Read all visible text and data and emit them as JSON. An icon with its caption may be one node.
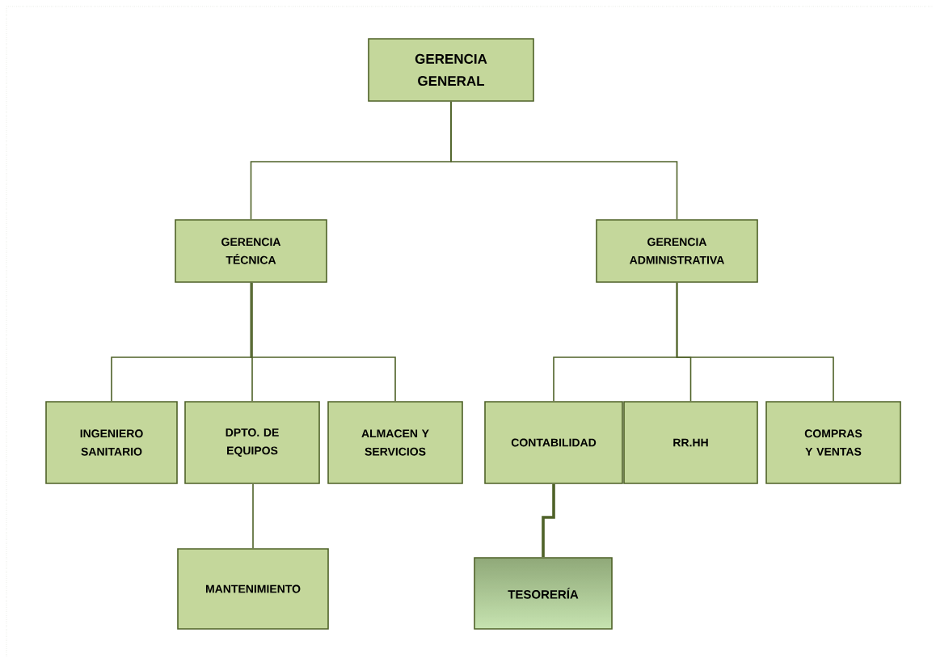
{
  "diagram": {
    "nodes": [
      {
        "text": [
          "GERENCIA GENERAL"
        ]
      },
      {
        "text": [
          "GERENCIA TÉCNICA"
        ]
      },
      {
        "text": [
          "GERENCIA ADMINISTRATIVA"
        ]
      },
      {
        "text": [
          "INGENIERO SANITARIO"
        ]
      },
      {
        "text": [
          "DPTO. DE EQUIPOS"
        ]
      },
      {
        "text": [
          "ALMACEN Y SERVICIOS"
        ]
      },
      {
        "text": [
          "CONTABILIDAD"
        ]
      },
      {
        "text": [
          "RR.HH"
        ]
      },
      {
        "text": [
          "COMPRAS Y VENTAS"
        ]
      },
      {
        "text": [
          "MANTENIMIENTO"
        ]
      },
      {
        "text": [
          "TESORERÍA"
        ]
      }
    ],
    "edges": [
      {
        "from": 0,
        "to": 1,
        "arrow": "none"
      },
      {
        "from": 0,
        "to": 2,
        "arrow": "none"
      },
      {
        "from": 1,
        "to": 3,
        "arrow": "none"
      },
      {
        "from": 1,
        "to": 4,
        "arrow": "none"
      },
      {
        "from": 1,
        "to": 5,
        "arrow": "none"
      },
      {
        "from": 4,
        "to": 9,
        "arrow": "none"
      },
      {
        "from": 2,
        "to": 6,
        "arrow": "none"
      },
      {
        "from": 2,
        "to": 7,
        "arrow": "none"
      },
      {
        "from": 2,
        "to": 8,
        "arrow": "none"
      },
      {
        "from": 6,
        "to": 10,
        "arrow": "none",
        "style": "thick"
      }
    ]
  }
}
